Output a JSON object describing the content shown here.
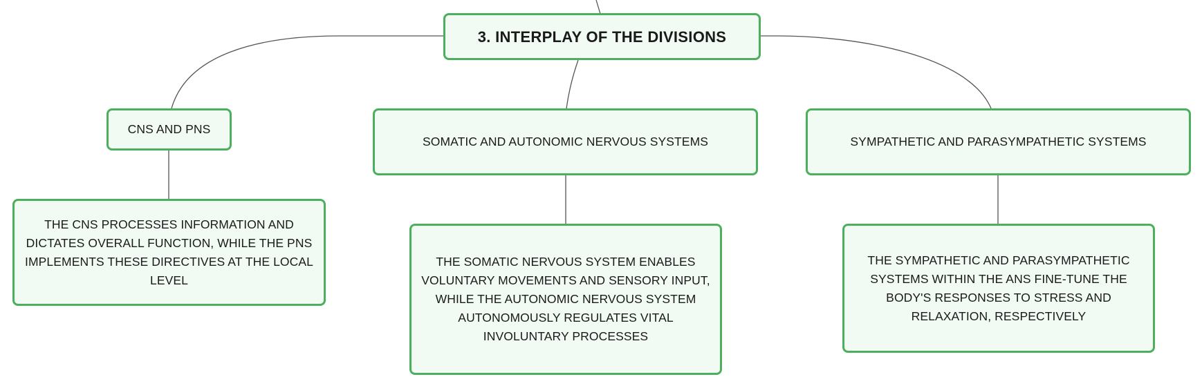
{
  "accent_color": "#4caf5e",
  "node_fill": "#f1faf3",
  "connector_color": "#555555",
  "root": {
    "label": "3. INTERPLAY OF THE DIVISIONS"
  },
  "branches": [
    {
      "label": "CNS AND PNS",
      "detail": "THE CNS PROCESSES INFORMATION AND DICTATES OVERALL FUNCTION, WHILE THE PNS IMPLEMENTS THESE DIRECTIVES AT THE LOCAL LEVEL"
    },
    {
      "label": "SOMATIC AND AUTONOMIC NERVOUS SYSTEMS",
      "detail": "THE SOMATIC NERVOUS SYSTEM ENABLES VOLUNTARY MOVEMENTS AND SENSORY INPUT, WHILE THE AUTONOMIC NERVOUS SYSTEM AUTONOMOUSLY REGULATES VITAL INVOLUNTARY PROCESSES"
    },
    {
      "label": "SYMPATHETIC AND PARASYMPATHETIC SYSTEMS",
      "detail": "THE SYMPATHETIC AND PARASYMPATHETIC SYSTEMS WITHIN THE ANS FINE-TUNE THE BODY'S RESPONSES TO STRESS AND RELAXATION, RESPECTIVELY"
    }
  ]
}
